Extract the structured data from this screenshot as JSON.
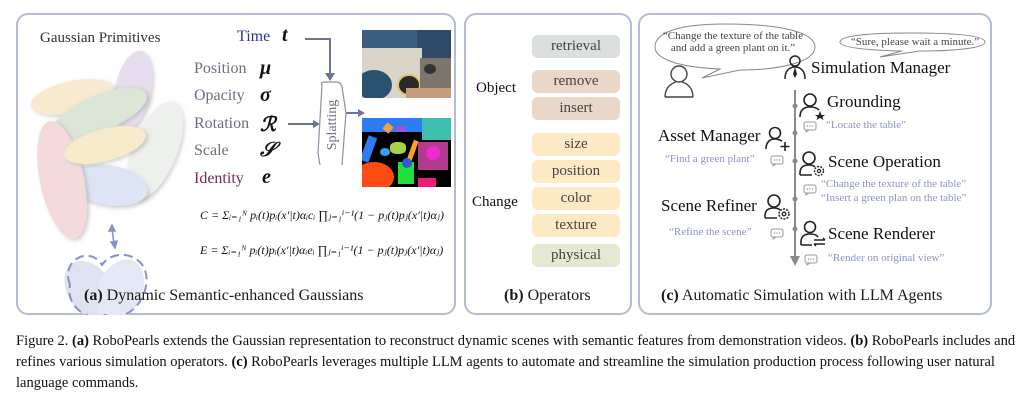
{
  "panel_a": {
    "caption_label": "(a)",
    "caption_text": "Dynamic Semantic-enhanced Gaussians",
    "gaussian_title": "Gaussian Primitives",
    "time": {
      "label": "Time",
      "symbol": "t",
      "color": "#2e2ea8"
    },
    "attributes": [
      {
        "label": "Position",
        "symbol": "μ",
        "color": "#6b6f80"
      },
      {
        "label": "Opacity",
        "symbol": "σ",
        "color": "#6b6f80"
      },
      {
        "label": "Rotation",
        "symbol": "ℛ",
        "color": "#6b6f80"
      },
      {
        "label": "Scale",
        "symbol": "𝒮",
        "color": "#6b6f80"
      },
      {
        "label": "Identity",
        "symbol": "e",
        "color": "#7a2a55"
      }
    ],
    "splatting_label": "Splatting",
    "formula_c": "C = Σᵢ₌₁ᴺ pᵢ(t)pᵢ(x′|t)αᵢcᵢ ∏ⱼ₌₁ⁱ⁻¹(1 − pⱼ(t)pⱼ(x′|t)αⱼ)",
    "formula_e": "E = Σᵢ₌₁ᴺ pᵢ(t)pᵢ(x′|t)αᵢeᵢ ∏ⱼ₌₁ⁱ⁻¹(1 − pⱼ(t)pⱼ(x′|t)αⱼ)",
    "ellipse_colors": [
      "#f4dada",
      "#f7ead0",
      "#dbe6d6",
      "#e6ddee",
      "#eef0ee",
      "#f7ebcc",
      "#dde5f5"
    ]
  },
  "panel_b": {
    "caption_label": "(b)",
    "caption_text": "Operators",
    "group_object": "Object",
    "group_change": "Change",
    "operators": [
      {
        "label": "retrieval",
        "color": "#dbe0de"
      },
      {
        "label": "remove",
        "color": "#e9d8c8"
      },
      {
        "label": "insert",
        "color": "#e9d8c8"
      },
      {
        "label": "size",
        "color": "#fdeac5"
      },
      {
        "label": "position",
        "color": "#fdeac5"
      },
      {
        "label": "color",
        "color": "#fdeac5"
      },
      {
        "label": "texture",
        "color": "#fdeac5"
      },
      {
        "label": "physical",
        "color": "#e7e8d2"
      }
    ]
  },
  "panel_c": {
    "caption_label": "(c)",
    "caption_text": "Automatic Simulation with LLM Agents",
    "user_bubble": [
      "“Change the texture of the table",
      "and add a green plant on it.”"
    ],
    "manager_bubble": "“Sure, please wait a minute.”",
    "simulation_manager": "Simulation Manager",
    "agents": [
      {
        "name": "Grounding",
        "quotes": [
          "“Locate the table”"
        ]
      },
      {
        "name": "Asset Manager",
        "quotes": [
          "“Find a green plant”"
        ]
      },
      {
        "name": "Scene Operation",
        "quotes": [
          "“Change the texture of the table”",
          "“Insert a green plan on the table”"
        ]
      },
      {
        "name": "Scene Refiner",
        "quotes": [
          "“Refine the scene”"
        ]
      },
      {
        "name": "Scene Renderer",
        "quotes": [
          "“Render on original view”"
        ]
      }
    ]
  },
  "figure_caption": {
    "prefix": "Figure 2.",
    "a_label": "(a)",
    "a_text": " RoboPearls extends the Gaussian representation to reconstruct dynamic scenes with semantic features from demonstration videos. ",
    "b_label": "(b)",
    "b_text": " RoboPearls includes and refines various simulation operators. ",
    "c_label": "(c)",
    "c_text": " RoboPearls leverages multiple LLM agents to automate and streamline the simulation production process following user natural language commands."
  },
  "colors": {
    "panel_border": "#b4bcd4",
    "arrow": "#6d7493",
    "quote": "#8b93c4"
  }
}
